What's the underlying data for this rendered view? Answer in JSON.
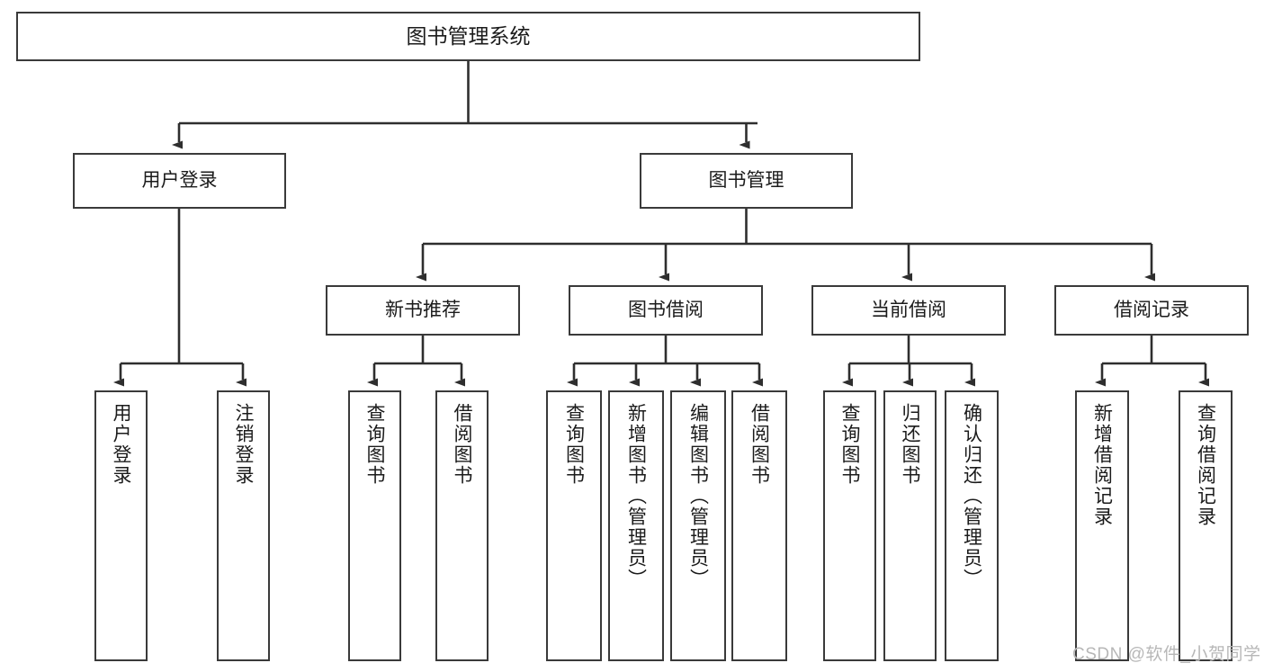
{
  "diagram": {
    "title": "图书管理系统",
    "root": {
      "label": "图书管理系统"
    },
    "level1": [
      {
        "label": "用户登录"
      },
      {
        "label": "图书管理"
      }
    ],
    "level2": [
      {
        "label": "新书推荐"
      },
      {
        "label": "图书借阅"
      },
      {
        "label": "当前借阅"
      },
      {
        "label": "借阅记录"
      }
    ],
    "leaves": {
      "user_login": [
        {
          "label": "用户登录"
        },
        {
          "label": "注销登录"
        }
      ],
      "new_book_recommend": [
        {
          "label": "查询图书"
        },
        {
          "label": "借阅图书"
        }
      ],
      "book_borrow": [
        {
          "label": "查询图书"
        },
        {
          "label": "新增图书（管理员）"
        },
        {
          "label": "编辑图书（管理员）"
        },
        {
          "label": "借阅图书"
        }
      ],
      "current_borrow": [
        {
          "label": "查询图书"
        },
        {
          "label": "归还图书"
        },
        {
          "label": "确认归还（管理员）"
        }
      ],
      "borrow_record": [
        {
          "label": "新增借阅记录"
        },
        {
          "label": "查询借阅记录"
        }
      ]
    }
  },
  "watermark": {
    "text": "CSDN @软件_小贺同学"
  },
  "colors": {
    "box_border": "#3a3a3a",
    "box_fill": "#ffffff",
    "connector": "#2e2e2e",
    "text": "#1b1b1b",
    "watermark": "#b7b7b7"
  }
}
